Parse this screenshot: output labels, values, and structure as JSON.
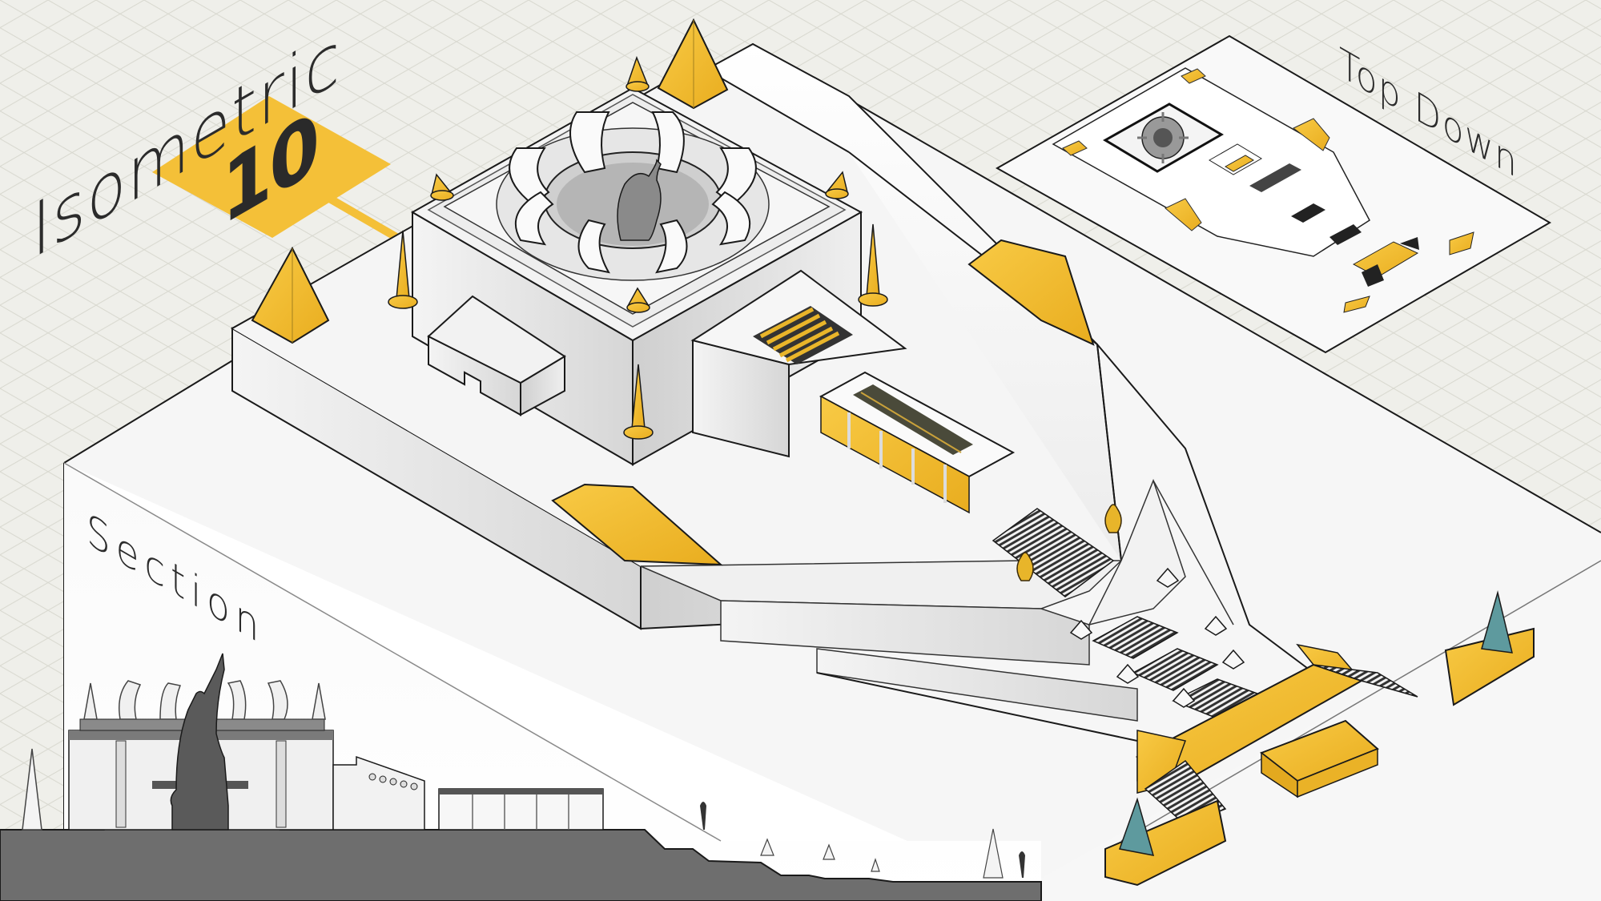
{
  "title": {
    "view_name": "Isometric",
    "number": "10"
  },
  "views": {
    "top_down_label": "Top Down",
    "section_label": "Section"
  },
  "colors": {
    "background": "#efefea",
    "grid_line": "#dcdcd4",
    "accent_yellow": "#f5c035",
    "accent_yellow_dark": "#d9a21f",
    "teal_spire": "#5e9a9e",
    "plane_white": "#f7f7f7",
    "section_ground": "#6e6e6e",
    "outline": "#1a1a1a"
  },
  "elements": {
    "main_temple": "Square temple with ring of curved petal-like arches and central statue",
    "spires": [
      "yellow pyramid spire",
      "yellow cone finial",
      "teal pyramid spire"
    ],
    "stairs": [
      "grand stair",
      "triple terrace stairs",
      "entry stair"
    ],
    "statues": [
      "golden seated statue",
      "golden seated statue",
      "golden seated statue"
    ]
  }
}
